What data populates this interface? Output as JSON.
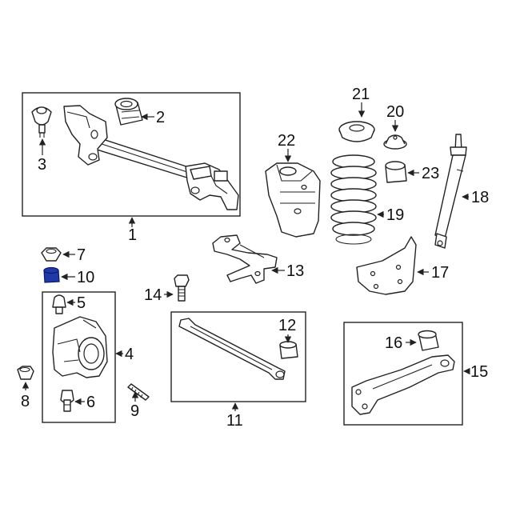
{
  "callouts": {
    "c1": "1",
    "c2": "2",
    "c3": "3",
    "c4": "4",
    "c5": "5",
    "c6": "6",
    "c7": "7",
    "c8": "8",
    "c9": "9",
    "c10": "10",
    "c11": "11",
    "c12": "12",
    "c13": "13",
    "c14": "14",
    "c15": "15",
    "c16": "16",
    "c17": "17",
    "c18": "18",
    "c19": "19",
    "c20": "20",
    "c21": "21",
    "c22": "22",
    "c23": "23"
  },
  "colors": {
    "line": "#222222",
    "highlight": "#1f3aa8",
    "background": "#ffffff"
  }
}
